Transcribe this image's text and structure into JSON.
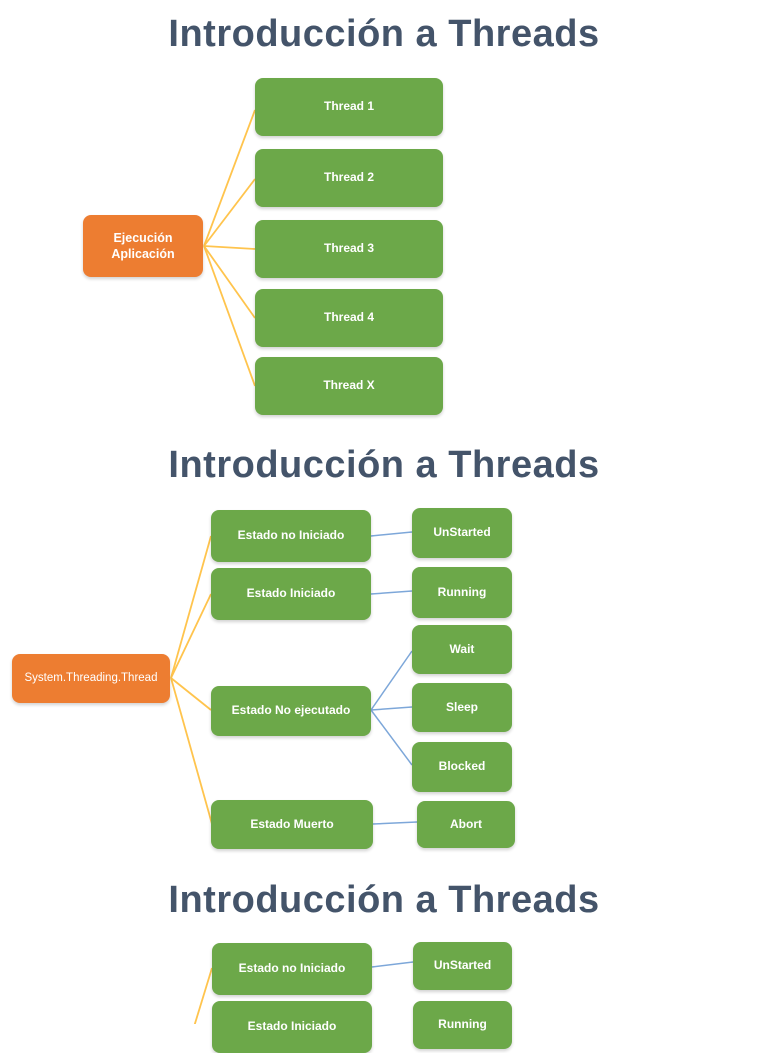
{
  "colors": {
    "background": "#ffffff",
    "title": "#44546a",
    "node_green": "#6ca849",
    "node_orange": "#ed7d31",
    "node_text": "#ffffff",
    "line_yellow": "#ffc44d",
    "line_blue": "#7da7d9"
  },
  "slide1": {
    "title": "Introducción a Threads",
    "root": {
      "line1": "Ejecución",
      "line2": "Aplicación"
    },
    "threads": [
      {
        "label": "Thread 1"
      },
      {
        "label": "Thread 2"
      },
      {
        "label": "Thread 3"
      },
      {
        "label": "Thread 4"
      },
      {
        "label": "Thread X"
      }
    ]
  },
  "slide2": {
    "title": "Introducción a Threads",
    "root": {
      "label": "System.Threading.Thread"
    },
    "states": [
      {
        "label": "Estado no Iniciado"
      },
      {
        "label": "Estado Iniciado"
      },
      {
        "label": "Estado No ejecutado"
      },
      {
        "label": "Estado Muerto"
      }
    ],
    "substates": [
      {
        "label": "UnStarted"
      },
      {
        "label": "Running"
      },
      {
        "label": "Wait"
      },
      {
        "label": "Sleep"
      },
      {
        "label": "Blocked"
      },
      {
        "label": "Abort"
      }
    ]
  },
  "slide3": {
    "title": "Introducción a Threads",
    "states": [
      {
        "label": "Estado no Iniciado"
      },
      {
        "label": "Estado Iniciado"
      }
    ],
    "substates": [
      {
        "label": "UnStarted"
      },
      {
        "label": "Running"
      }
    ]
  }
}
